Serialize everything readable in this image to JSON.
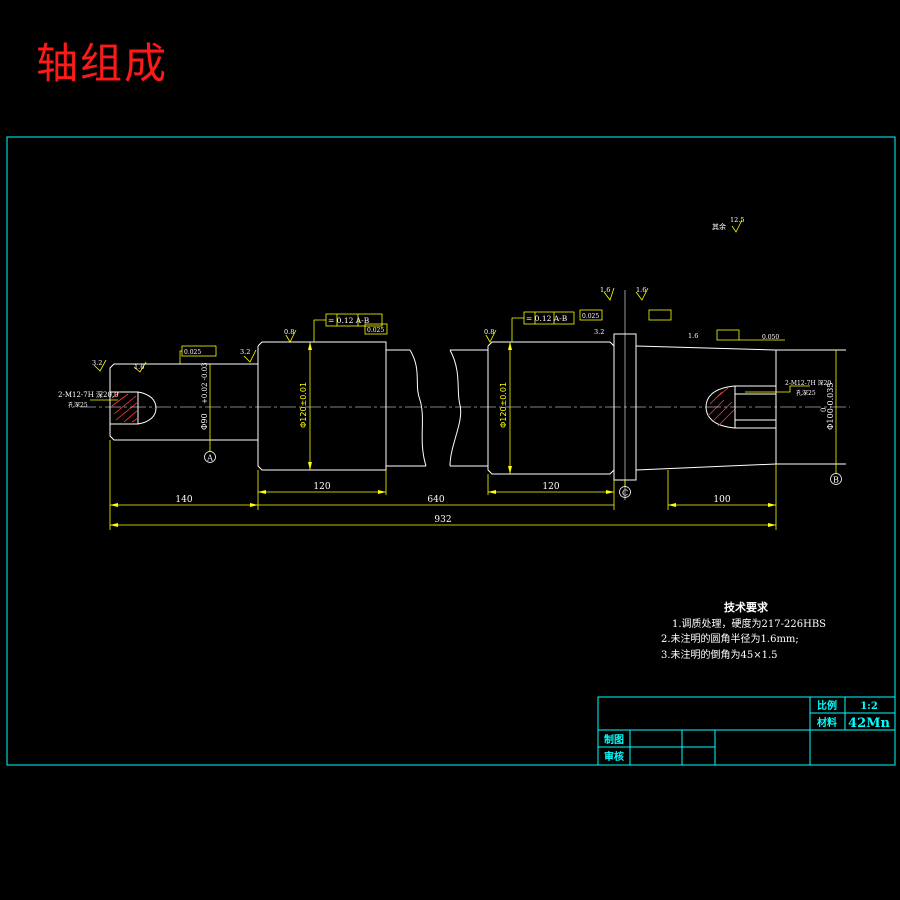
{
  "title": "轴组成",
  "dimensions": {
    "d140": "140",
    "d120a": "120",
    "d640": "640",
    "d120b": "120",
    "d100": "100",
    "d932": "932"
  },
  "datums": {
    "a": "A",
    "b": "B",
    "c": "C"
  },
  "tolerances": {
    "tol1": "= 0.12 A-B",
    "tol2": "= 0.12 A-B",
    "run1": "0.025",
    "run2": "0.025",
    "run3": "0.025",
    "flat": "0.050"
  },
  "roughness": {
    "r_left1": "3.2",
    "r_left2": "1.6",
    "r_08a": "0.8",
    "r_08b": "0.8",
    "r_32a": "3.2",
    "r_32b": "3.2",
    "r_16a": "1.6",
    "r_16b": "1.6",
    "r_16c": "1.6",
    "rest_label": "其余",
    "rest_value": "12.5"
  },
  "diameters": {
    "d1": "Φ90",
    "d1_tol": "+0.02 -0.03",
    "d2": "Φ120±0.01",
    "d3": "Φ120±0.01",
    "d4": "Φ100-0.035",
    "d4_up": "0"
  },
  "thread_left": "2-M12-7H 深20.0",
  "thread_left_sub": "孔深25",
  "thread_right": "2-M12-7H 深20",
  "thread_right_sub": "孔深25",
  "requirements": {
    "heading": "技术要求",
    "items": [
      "1.调质处理，硬度为217-226HBS",
      "2.未注明的圆角半径为1.6mm;",
      "3.未注明的倒角为45×1.5"
    ]
  },
  "titleblock": {
    "scale_label": "比例",
    "scale_value": "1:2",
    "material_label": "材料",
    "material_value": "42Mn",
    "drawn_label": "制图",
    "checked_label": "审核"
  },
  "colors": {
    "frame": "#00ffff",
    "outline": "#ffffff",
    "dim": "#ffff00",
    "title": "#ff1a1a"
  }
}
